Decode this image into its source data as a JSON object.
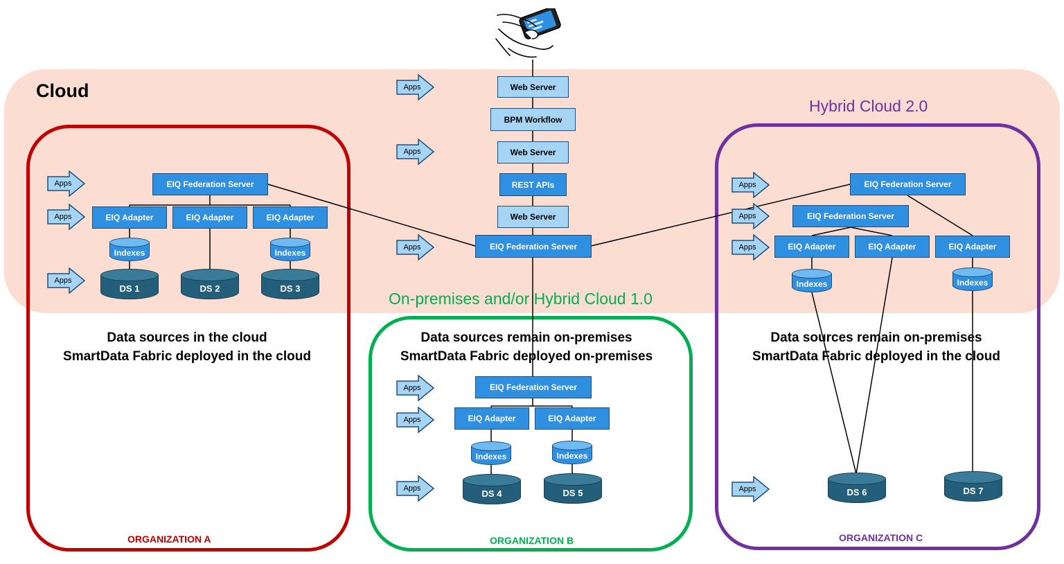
{
  "labels": {
    "cloud": "Cloud",
    "hybrid_cloud_2": "Hybrid Cloud 2.0",
    "onprem_hybrid_1": "On-premises and/or Hybrid Cloud 1.0"
  },
  "organizations": {
    "a": {
      "name": "ORGANIZATION A",
      "line1": "Data sources in the cloud",
      "line2": "SmartData Fabric deployed in the cloud",
      "color": "#c00000"
    },
    "b": {
      "name": "ORGANIZATION B",
      "line1": "Data sources remain on-premises",
      "line2": "SmartData Fabric deployed on-premises",
      "color": "#00b050"
    },
    "c": {
      "name": "ORGANIZATION C",
      "line1": "Data sources remain on-premises",
      "line2": "SmartData Fabric deployed in the cloud",
      "color": "#7030a0"
    }
  },
  "nodes": {
    "web_server": "Web Server",
    "bpm_workflow": "BPM Workflow",
    "rest_apis": "REST APIs",
    "federation_server": "EIQ Federation Server",
    "adapter": "EIQ Adapter",
    "indexes": "Indexes",
    "apps": "Apps"
  },
  "data_sources": [
    "DS 1",
    "DS 2",
    "DS 3",
    "DS 4",
    "DS 5",
    "DS 6",
    "DS 7"
  ],
  "colors": {
    "cloud_background": "#fbddd2",
    "box_fill": "#2f8fe0",
    "box_light_fill": "#a6d4f5",
    "datasource_fill": "#235f7a",
    "apps_arrow_fill": "#a6d4f5"
  }
}
